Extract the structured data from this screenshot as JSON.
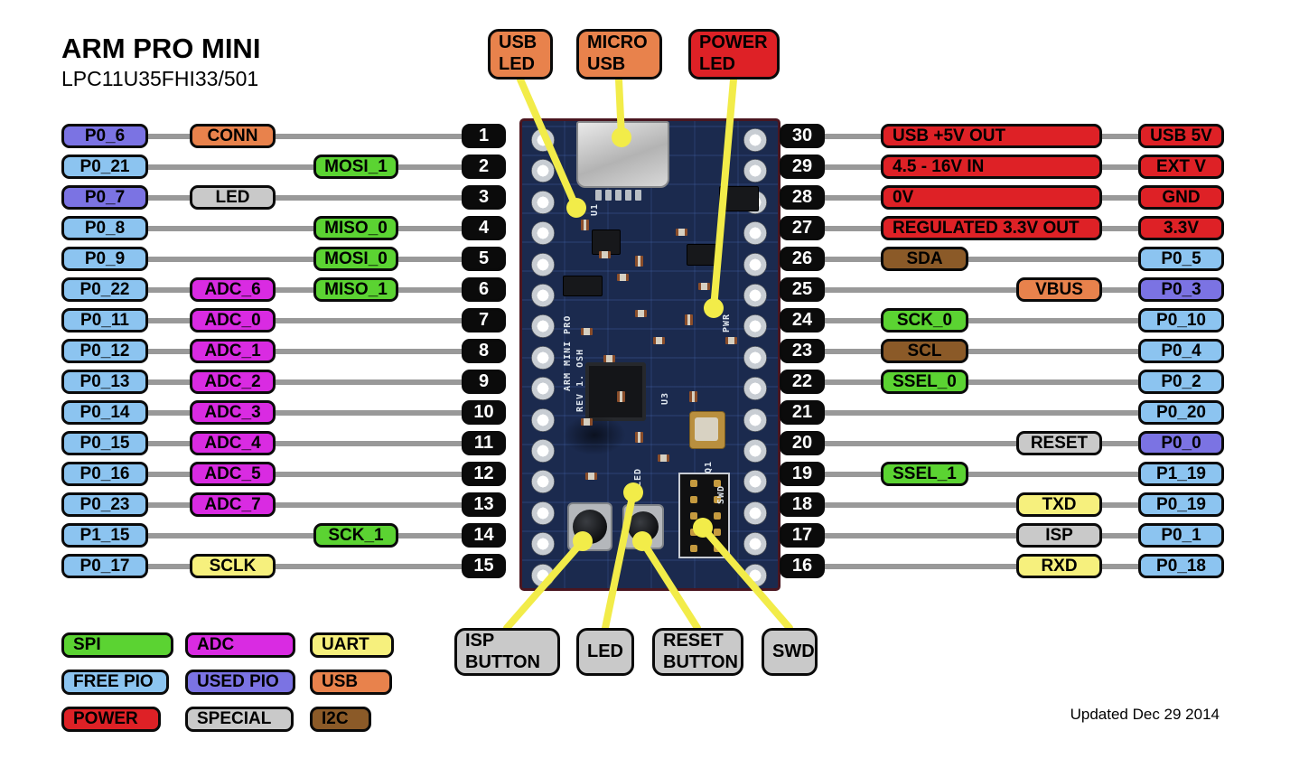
{
  "title": "ARM PRO MINI",
  "subtitle": "LPC11U35FHI33/501",
  "footer": "Updated Dec 29 2014",
  "colors": {
    "free": "#8CC4F0",
    "used": "#7B73E3",
    "spi": "#5BD332",
    "adc": "#D92BE2",
    "uart": "#F6F07D",
    "usb": "#E8824C",
    "power": "#DE2126",
    "special": "#C9C9C9",
    "i2c": "#8B5A28",
    "pin_box": "#0B0B0B",
    "pin_text": "#FFFFFF",
    "wire": "#999999",
    "callout": "#F2EC49",
    "pcb": "#1B2A4E"
  },
  "top_callouts": [
    {
      "lines": [
        "USB",
        "LED"
      ],
      "type": "usb"
    },
    {
      "lines": [
        "MICRO",
        "USB"
      ],
      "type": "usb"
    },
    {
      "lines": [
        "POWER",
        "LED"
      ],
      "type": "power"
    }
  ],
  "bottom_callouts": [
    {
      "lines": [
        "ISP",
        "BUTTON"
      ],
      "type": "special"
    },
    {
      "lines": [
        "LED"
      ],
      "type": "special"
    },
    {
      "lines": [
        "RESET",
        "BUTTON"
      ],
      "type": "special"
    },
    {
      "lines": [
        "SWD"
      ],
      "type": "special"
    }
  ],
  "left_pins": [
    {
      "name": "P0_6",
      "name_type": "used",
      "funcs": [
        {
          "label": "CONN",
          "type": "usb",
          "pos": "near"
        }
      ],
      "pin": "1"
    },
    {
      "name": "P0_21",
      "name_type": "free",
      "funcs": [
        {
          "label": "MOSI_1",
          "type": "spi",
          "pos": "far"
        }
      ],
      "pin": "2"
    },
    {
      "name": "P0_7",
      "name_type": "used",
      "funcs": [
        {
          "label": "LED",
          "type": "special",
          "pos": "near"
        }
      ],
      "pin": "3"
    },
    {
      "name": "P0_8",
      "name_type": "free",
      "funcs": [
        {
          "label": "MISO_0",
          "type": "spi",
          "pos": "far"
        }
      ],
      "pin": "4"
    },
    {
      "name": "P0_9",
      "name_type": "free",
      "funcs": [
        {
          "label": "MOSI_0",
          "type": "spi",
          "pos": "far"
        }
      ],
      "pin": "5"
    },
    {
      "name": "P0_22",
      "name_type": "free",
      "funcs": [
        {
          "label": "ADC_6",
          "type": "adc",
          "pos": "near"
        },
        {
          "label": "MISO_1",
          "type": "spi",
          "pos": "far"
        }
      ],
      "pin": "6"
    },
    {
      "name": "P0_11",
      "name_type": "free",
      "funcs": [
        {
          "label": "ADC_0",
          "type": "adc",
          "pos": "near"
        }
      ],
      "pin": "7"
    },
    {
      "name": "P0_12",
      "name_type": "free",
      "funcs": [
        {
          "label": "ADC_1",
          "type": "adc",
          "pos": "near"
        }
      ],
      "pin": "8"
    },
    {
      "name": "P0_13",
      "name_type": "free",
      "funcs": [
        {
          "label": "ADC_2",
          "type": "adc",
          "pos": "near"
        }
      ],
      "pin": "9"
    },
    {
      "name": "P0_14",
      "name_type": "free",
      "funcs": [
        {
          "label": "ADC_3",
          "type": "adc",
          "pos": "near"
        }
      ],
      "pin": "10"
    },
    {
      "name": "P0_15",
      "name_type": "free",
      "funcs": [
        {
          "label": "ADC_4",
          "type": "adc",
          "pos": "near"
        }
      ],
      "pin": "11"
    },
    {
      "name": "P0_16",
      "name_type": "free",
      "funcs": [
        {
          "label": "ADC_5",
          "type": "adc",
          "pos": "near"
        }
      ],
      "pin": "12"
    },
    {
      "name": "P0_23",
      "name_type": "free",
      "funcs": [
        {
          "label": "ADC_7",
          "type": "adc",
          "pos": "near"
        }
      ],
      "pin": "13"
    },
    {
      "name": "P1_15",
      "name_type": "free",
      "funcs": [
        {
          "label": "SCK_1",
          "type": "spi",
          "pos": "far"
        }
      ],
      "pin": "14"
    },
    {
      "name": "P0_17",
      "name_type": "free",
      "funcs": [
        {
          "label": "SCLK",
          "type": "uart",
          "pos": "near"
        }
      ],
      "pin": "15"
    }
  ],
  "right_pins": [
    {
      "pin": "30",
      "funcs": [
        {
          "label": "USB +5V OUT",
          "type": "power",
          "pos": "wide"
        }
      ],
      "name": "USB 5V",
      "name_type": "power"
    },
    {
      "pin": "29",
      "funcs": [
        {
          "label": "4.5 - 16V IN",
          "type": "power",
          "pos": "wide"
        }
      ],
      "name": "EXT V",
      "name_type": "power"
    },
    {
      "pin": "28",
      "funcs": [
        {
          "label": "0V",
          "type": "power",
          "pos": "wide"
        }
      ],
      "name": "GND",
      "name_type": "power"
    },
    {
      "pin": "27",
      "funcs": [
        {
          "label": "REGULATED 3.3V OUT",
          "type": "power",
          "pos": "wide"
        }
      ],
      "name": "3.3V",
      "name_type": "power"
    },
    {
      "pin": "26",
      "funcs": [
        {
          "label": "SDA",
          "type": "i2c",
          "pos": "near"
        }
      ],
      "name": "P0_5",
      "name_type": "free"
    },
    {
      "pin": "25",
      "funcs": [
        {
          "label": "VBUS",
          "type": "usb",
          "pos": "far"
        }
      ],
      "name": "P0_3",
      "name_type": "used"
    },
    {
      "pin": "24",
      "funcs": [
        {
          "label": "SCK_0",
          "type": "spi",
          "pos": "near"
        }
      ],
      "name": "P0_10",
      "name_type": "free"
    },
    {
      "pin": "23",
      "funcs": [
        {
          "label": "SCL",
          "type": "i2c",
          "pos": "near"
        }
      ],
      "name": "P0_4",
      "name_type": "free"
    },
    {
      "pin": "22",
      "funcs": [
        {
          "label": "SSEL_0",
          "type": "spi",
          "pos": "near"
        }
      ],
      "name": "P0_2",
      "name_type": "free"
    },
    {
      "pin": "21",
      "funcs": [],
      "name": "P0_20",
      "name_type": "free"
    },
    {
      "pin": "20",
      "funcs": [
        {
          "label": "RESET",
          "type": "special",
          "pos": "far"
        }
      ],
      "name": "P0_0",
      "name_type": "used"
    },
    {
      "pin": "19",
      "funcs": [
        {
          "label": "SSEL_1",
          "type": "spi",
          "pos": "near"
        }
      ],
      "name": "P1_19",
      "name_type": "free"
    },
    {
      "pin": "18",
      "funcs": [
        {
          "label": "TXD",
          "type": "uart",
          "pos": "far"
        }
      ],
      "name": "P0_19",
      "name_type": "free"
    },
    {
      "pin": "17",
      "funcs": [
        {
          "label": "ISP",
          "type": "special",
          "pos": "far"
        }
      ],
      "name": "P0_1",
      "name_type": "free"
    },
    {
      "pin": "16",
      "funcs": [
        {
          "label": "RXD",
          "type": "uart",
          "pos": "far"
        }
      ],
      "name": "P0_18",
      "name_type": "free"
    }
  ],
  "legend": [
    {
      "label": "SPI",
      "type": "spi"
    },
    {
      "label": "ADC",
      "type": "adc"
    },
    {
      "label": "UART",
      "type": "uart"
    },
    {
      "label": "FREE PIO",
      "type": "free"
    },
    {
      "label": "USED PIO",
      "type": "used"
    },
    {
      "label": "USB",
      "type": "usb"
    },
    {
      "label": "POWER",
      "type": "power"
    },
    {
      "label": "SPECIAL",
      "type": "special"
    },
    {
      "label": "I2C",
      "type": "i2c"
    }
  ],
  "board": {
    "silkscreen": [
      "ARM MINI PRO",
      "REV 1. OSH",
      "U1",
      "U3",
      "Q1",
      "SWD",
      "LED",
      "PWR"
    ]
  }
}
